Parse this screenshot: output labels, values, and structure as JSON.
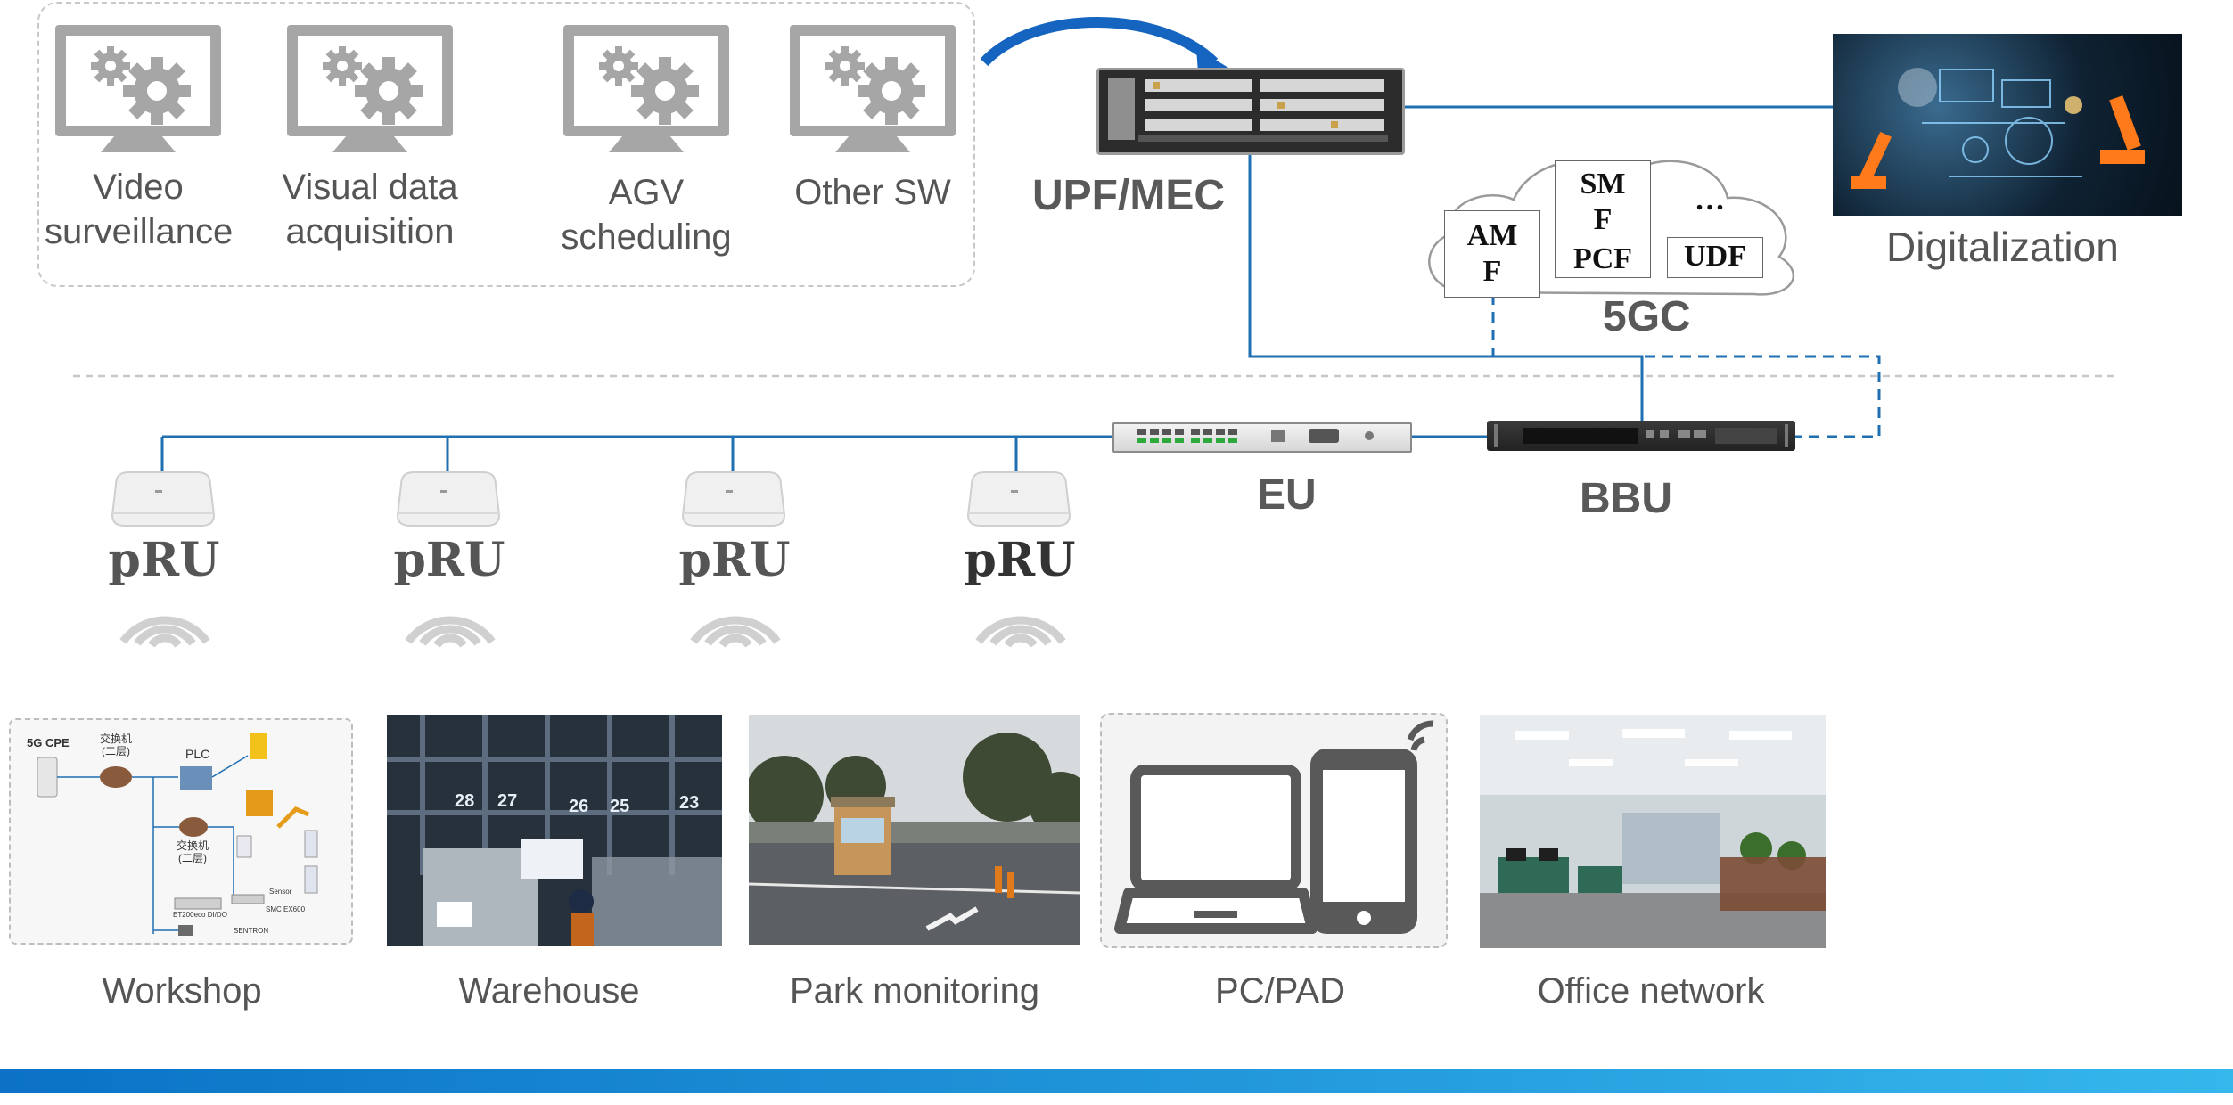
{
  "software": {
    "items": [
      {
        "label_line1": "Video",
        "label_line2": "surveillance"
      },
      {
        "label_line1": "Visual data",
        "label_line2": "acquisition"
      },
      {
        "label_line1": "AGV",
        "label_line2": "scheduling"
      },
      {
        "label_line1": "Other SW",
        "label_line2": ""
      }
    ]
  },
  "core": {
    "upf_label": "UPF/MEC",
    "digitalization_label": "Digitalization",
    "fivegc_label": "5GC",
    "nf": {
      "amf_line1": "AM",
      "amf_line2": "F",
      "smf_line1": "SM",
      "smf_line2": "F",
      "pcf": "PCF",
      "ellipsis": "…",
      "udf": "UDF"
    }
  },
  "ran": {
    "eu_label": "EU",
    "bbu_label": "BBU",
    "pru_labels": [
      "pRU",
      "pRU",
      "pRU",
      "pRU"
    ]
  },
  "sites": {
    "labels": [
      "Workshop",
      "Warehouse",
      "Park monitoring",
      "PC/PAD",
      "Office network"
    ],
    "workshop_diagram": {
      "cpe": "5G CPE",
      "switch1_line1": "交换机",
      "switch1_line2": "(二层)",
      "plc": "PLC",
      "switch2_line1": "交换机",
      "switch2_line2": "(二层)",
      "et200": "ET200eco DI/DO",
      "sensor": "Sensor",
      "smc": "SMC EX600",
      "sentron": "SENTRON"
    },
    "warehouse_rack_numbers": [
      "28",
      "27",
      "26",
      "25",
      "23"
    ]
  },
  "colors": {
    "link_blue": "#1f6fb2",
    "arrow_blue": "#1565c0",
    "bottom_bar_start": "#0b72c6",
    "bottom_bar_end": "#35b7ec"
  }
}
